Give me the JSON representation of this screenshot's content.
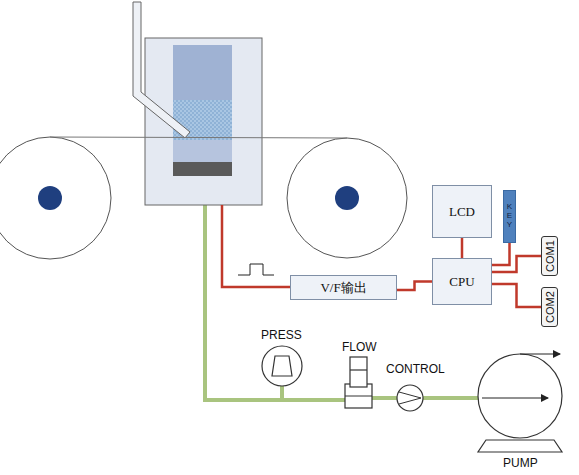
{
  "diagram": {
    "nodes": [
      {
        "text": [
          "V/F输出"
        ]
      },
      {
        "text": [
          "CPU"
        ]
      },
      {
        "text": [
          "LCD"
        ]
      },
      {
        "text": [
          "KEY"
        ]
      },
      {
        "text": [
          "COM1"
        ]
      },
      {
        "text": [
          "COM2"
        ]
      }
    ],
    "edges": [
      {
        "from": 0,
        "to": 1,
        "arrow": "none"
      },
      {
        "from": 1,
        "to": 2,
        "arrow": "none"
      },
      {
        "from": 1,
        "to": 3,
        "arrow": "none"
      },
      {
        "from": 1,
        "to": 4,
        "arrow": "none"
      },
      {
        "from": 1,
        "to": 5,
        "arrow": "none"
      }
    ],
    "labels": [
      "PRESS",
      "FLOW",
      "CONTROL",
      "PUMP"
    ]
  }
}
